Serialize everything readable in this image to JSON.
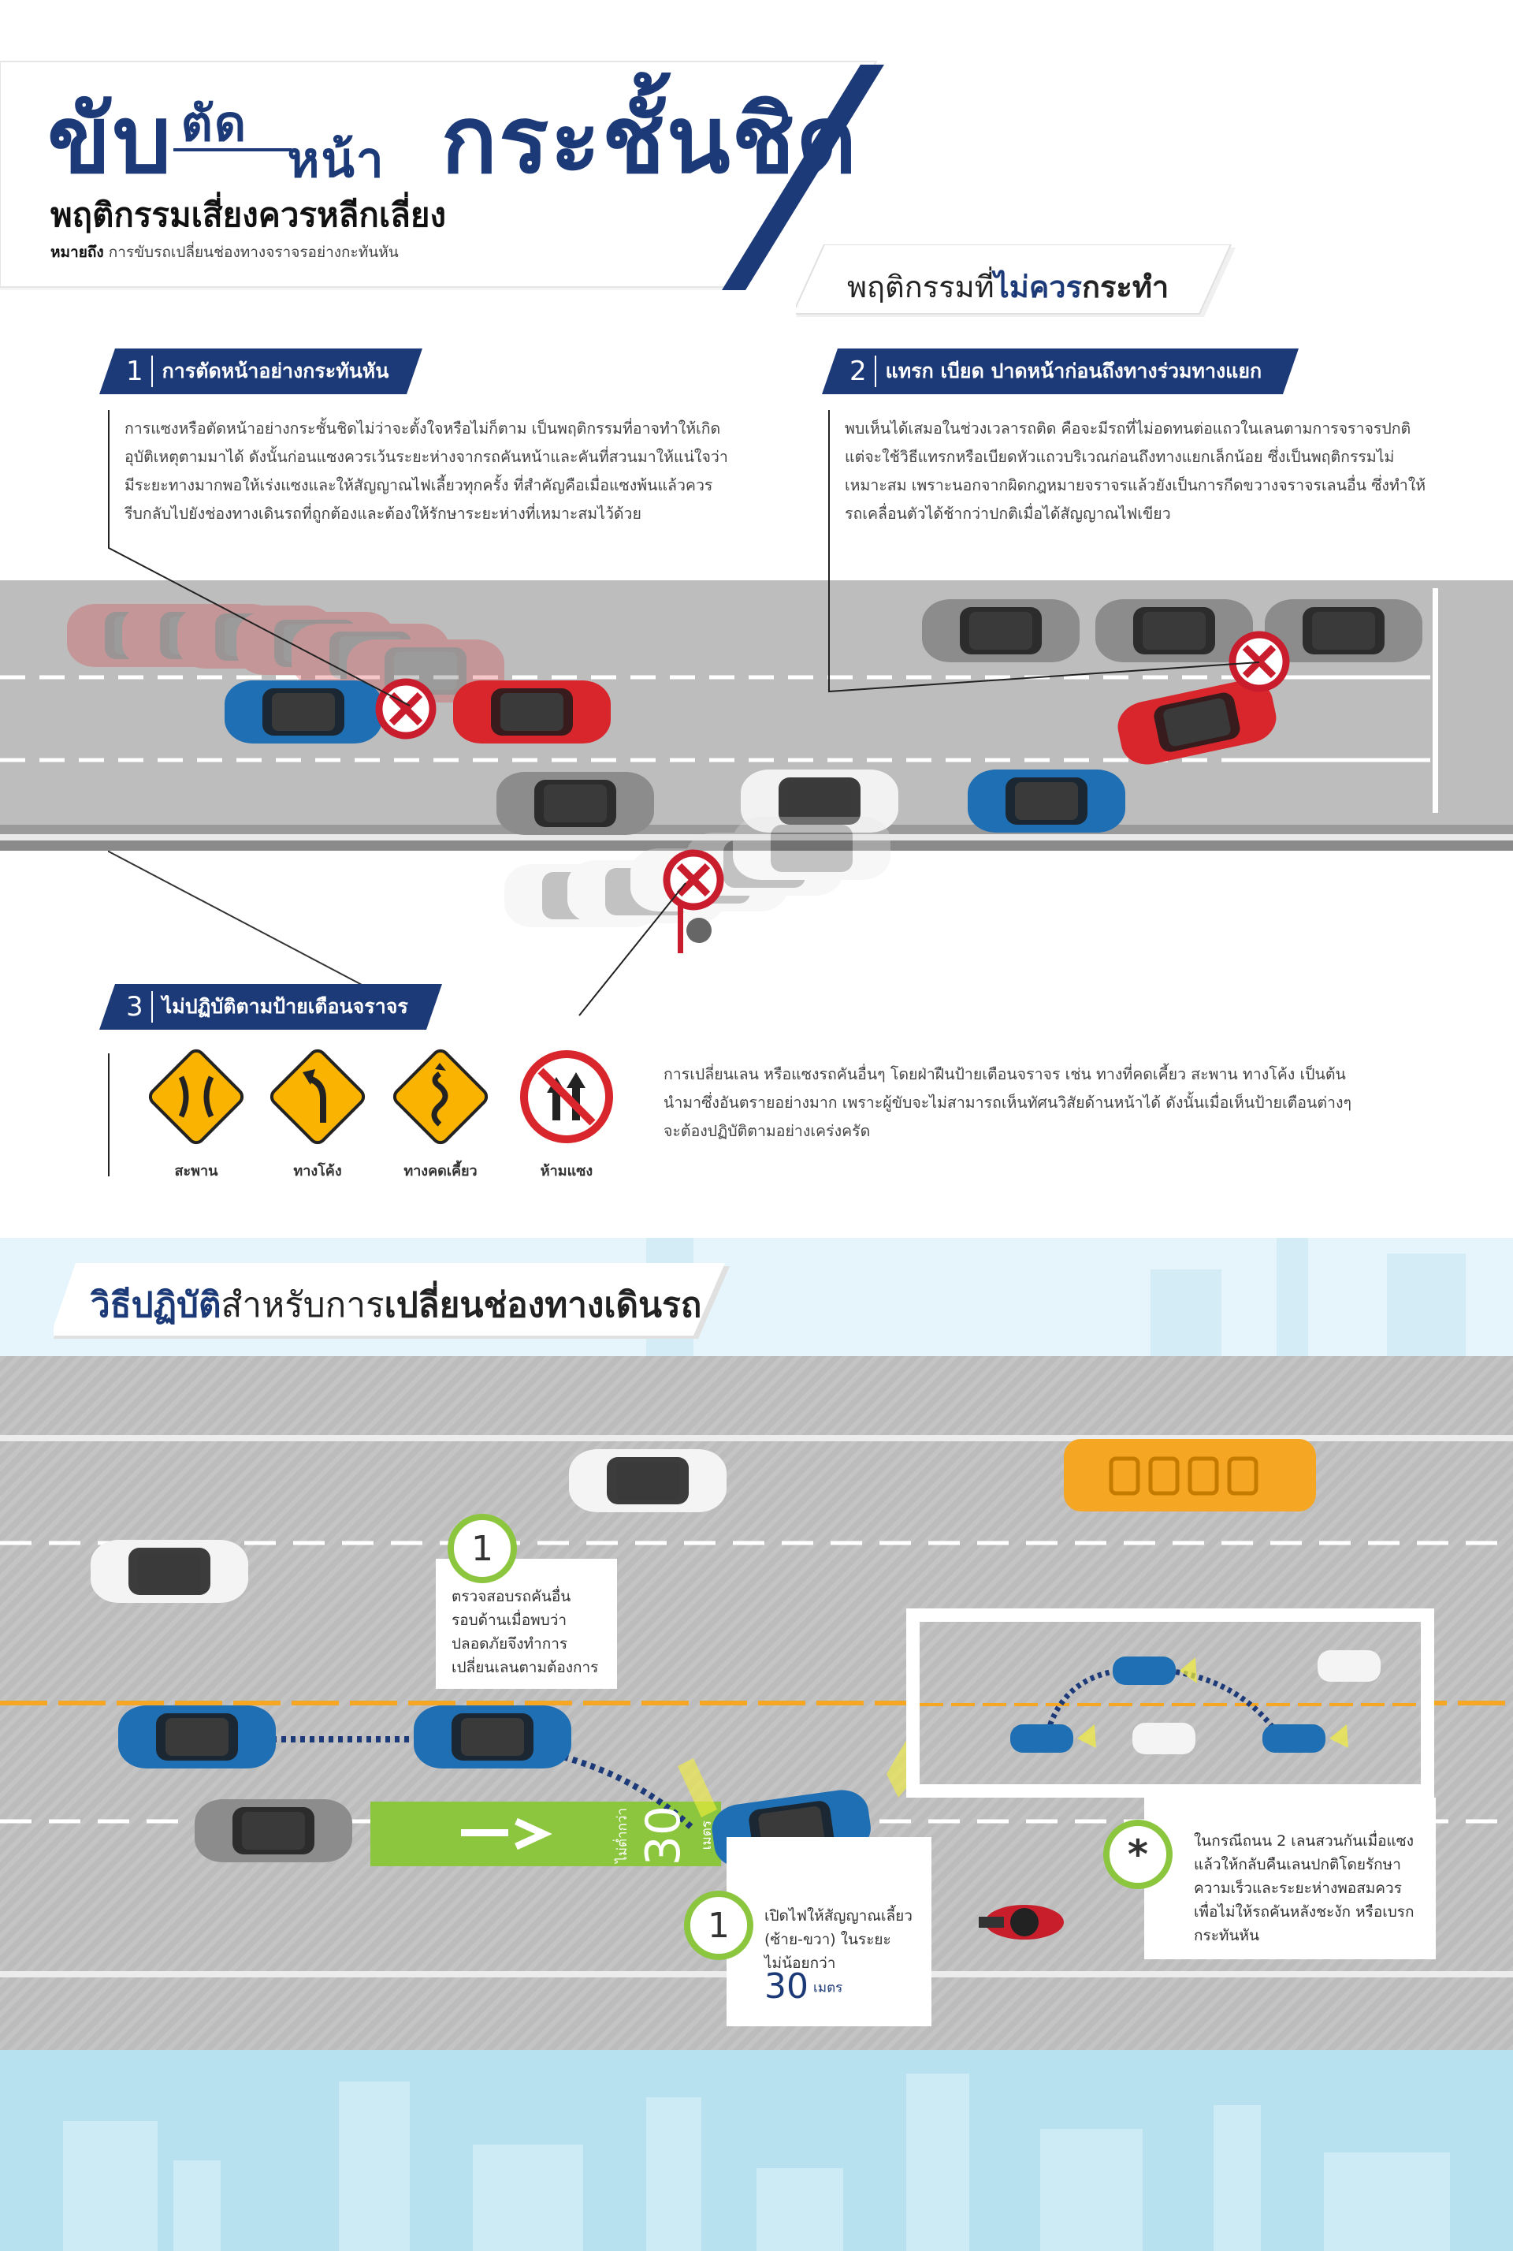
{
  "header": {
    "title_part1": "ขับ",
    "title_part2": "ตัด",
    "title_part3": "หน้า",
    "title_part4": "กระชั้นชิด",
    "subtitle": "พฤติกรรมเสี่ยงควรหลีกเลี่ยง",
    "meaning_label": "หมายถึง",
    "meaning_text": "การขับรถเปลี่ยนช่องทางจราจรอย่างกะทันหัน"
  },
  "dont_box": {
    "part1": "พฤติกรรมที่",
    "part2": "ไม่ควร",
    "part3": "กระทำ"
  },
  "sections": [
    {
      "num": "1",
      "title": "การตัดหน้าอย่างกระทันหัน",
      "lines": [
        "การแซงหรือตัดหน้าอย่างกระชั้นชิดไม่ว่าจะตั้งใจหรือไม่ก็ตาม เป็นพฤติกรรมที่อาจทำให้เกิด",
        "อุบัติเหตุตามมาได้ ดังนั้นก่อนแซงควรเว้นระยะห่างจากรถคันหน้าและคันที่สวนมาให้แน่ใจว่า",
        "มีระยะทางมากพอให้เร่งแซงและให้สัญญาณไฟเลี้ยวทุกครั้ง ที่สำคัญคือเมื่อแซงพ้นแล้วควร",
        "รีบกลับไปยังช่องทางเดินรถที่ถูกต้องและต้องให้รักษาระยะห่างที่เหมาะสมไว้ด้วย"
      ]
    },
    {
      "num": "2",
      "title": "แทรก เบียด ปาดหน้าก่อนถึงทางร่วมทางแยก",
      "lines": [
        "พบเห็นได้เสมอในช่วงเวลารถติด คือจะมีรถที่ไม่อดทนต่อแถวในเลนตามการจราจรปกติ",
        "แต่จะใช้วิธีแทรกหรือเบียดหัวแถวบริเวณก่อนถึงทางแยกเล็กน้อย ซึ่งเป็นพฤติกรรมไม่",
        "เหมาะสม เพราะนอกจากผิดกฎหมายจราจรแล้วยังเป็นการกีดขวางจราจรเลนอื่น ซึ่งทำให้",
        "รถเคลื่อนตัวได้ช้ากว่าปกติเมื่อได้สัญญาณไฟเขียว"
      ]
    },
    {
      "num": "3",
      "title": "ไม่ปฏิบัติตามป้ายเตือนจราจร",
      "lines": [
        "การเปลี่ยนเลน หรือแซงรถคันอื่นๆ โดยฝ่าฝืนป้ายเตือนจราจร เช่น ทางที่คดเคี้ยว สะพาน ทางโค้ง เป็นต้น",
        "นำมาซึ่งอันตรายอย่างมาก เพราะผู้ขับจะไม่สามารถเห็นทัศนวิสัยด้านหน้าได้ ดังนั้นเมื่อเห็นป้ายเตือนต่างๆ",
        "จะต้องปฏิบัติตามอย่างเคร่งครัด"
      ]
    }
  ],
  "signs": [
    {
      "label": "สะพาน",
      "icon": "bridge-sign-icon"
    },
    {
      "label": "ทางโค้ง",
      "icon": "curve-sign-icon"
    },
    {
      "label": "ทางคดเคี้ยว",
      "icon": "winding-road-sign-icon"
    },
    {
      "label": "ห้ามแซง",
      "icon": "no-overtaking-sign-icon"
    }
  ],
  "howto": {
    "part1": "วิธีปฏิบัติ",
    "part2": "สำหรับการ",
    "part3": "เปลี่ยนช่องทางเดินรถ"
  },
  "step_check": {
    "num": "1",
    "lines": [
      "ตรวจสอบรถคันอื่น",
      "รอบด้านเมื่อพบว่า",
      "ปลอดภัยจึงทำการ",
      "เปลี่ยนเลนตามต้องการ"
    ]
  },
  "distance_marker": {
    "prefix": "ไม่ต่ำกว่า",
    "value": "30",
    "unit": "เมตร"
  },
  "step_signal": {
    "num": "1",
    "lines": [
      "เปิดไฟให้สัญญาณเลี้ยว",
      "(ซ้าย-ขวา)  ในระยะ",
      "ไม่น้อยกว่า"
    ],
    "value": "30",
    "unit": "เมตร"
  },
  "note": {
    "symbol": "*",
    "lines": [
      "ในกรณีถนน 2 เลนสวนกันเมื่อแซง",
      "แล้วให้กลับคืนเลนปกติโดยรักษา",
      "ความเร็วและระยะห่างพอสมควร",
      "เพื่อไม่ให้รถคันหลังชะงัก หรือเบรก",
      "กระทันหัน"
    ]
  },
  "colors": {
    "navy": "#1d3a78",
    "red_car": "#d9262c",
    "blue_car": "#1f6fb5",
    "green": "#8cc63f",
    "road": "#b9b9b9",
    "bus": "#f5a623"
  }
}
